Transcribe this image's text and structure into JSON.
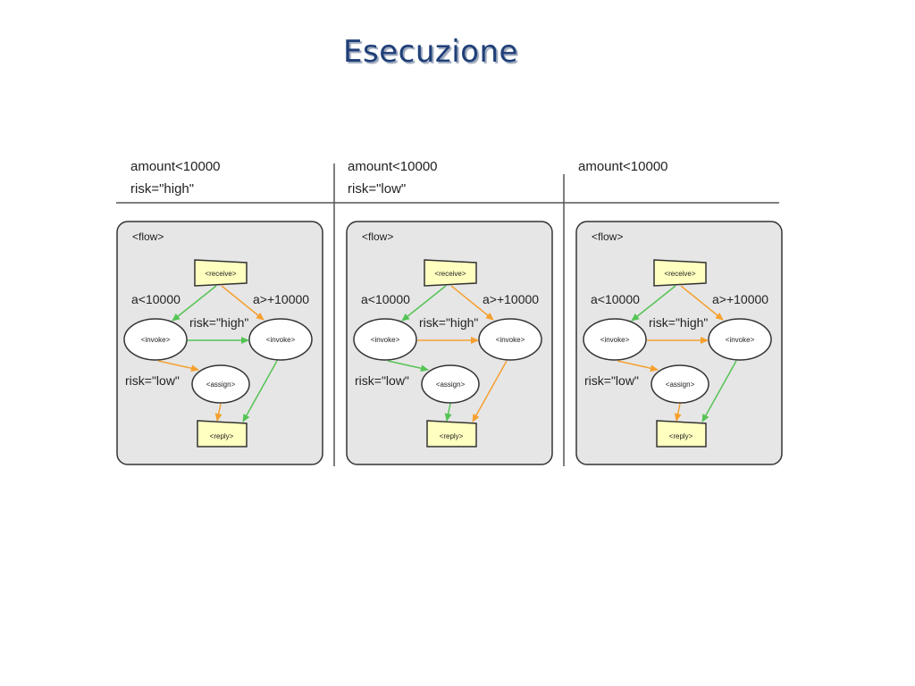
{
  "slide": {
    "title": "Esecuzione"
  },
  "columns": [
    {
      "header": {
        "line1": "amount<10000",
        "line2": "risk=\"high\""
      },
      "diagram": {
        "flow_label": "<flow>",
        "nodes": {
          "receive": "<receive>",
          "invoke_left": "<invoke>",
          "invoke_right": "<invoke>",
          "assign": "<assign>",
          "reply": "<reply>"
        },
        "edge_labels": {
          "left_condition": "a<10000",
          "right_condition": "a>+10000",
          "risk_high": "risk=\"high\"",
          "risk_low": "risk=\"low\""
        },
        "edge_colors": {
          "receive_to_invoke_left": "green",
          "receive_to_invoke_right": "orange",
          "invoke_left_to_invoke_right": "green",
          "invoke_left_to_assign": "orange",
          "assign_to_reply": "orange",
          "invoke_right_to_reply": "green"
        }
      }
    },
    {
      "header": {
        "line1": "amount<10000",
        "line2": "risk=\"low\""
      },
      "diagram": {
        "flow_label": "<flow>",
        "nodes": {
          "receive": "<receive>",
          "invoke_left": "<invoke>",
          "invoke_right": "<invoke>",
          "assign": "<assign>",
          "reply": "<reply>"
        },
        "edge_labels": {
          "left_condition": "a<10000",
          "right_condition": "a>+10000",
          "risk_high": "risk=\"high\"",
          "risk_low": "risk=\"low\""
        },
        "edge_colors": {
          "receive_to_invoke_left": "green",
          "receive_to_invoke_right": "orange",
          "invoke_left_to_invoke_right": "orange",
          "invoke_left_to_assign": "green",
          "assign_to_reply": "green",
          "invoke_right_to_reply": "orange"
        }
      }
    },
    {
      "header": {
        "line1": "amount<10000",
        "line2": ""
      },
      "diagram": {
        "flow_label": "<flow>",
        "nodes": {
          "receive": "<receive>",
          "invoke_left": "<invoke>",
          "invoke_right": "<invoke>",
          "assign": "<assign>",
          "reply": "<reply>"
        },
        "edge_labels": {
          "left_condition": "a<10000",
          "right_condition": "a>+10000",
          "risk_high": "risk=\"high\"",
          "risk_low": "risk=\"low\""
        },
        "edge_colors": {
          "receive_to_invoke_left": "green",
          "receive_to_invoke_right": "orange",
          "invoke_left_to_invoke_right": "orange",
          "invoke_left_to_assign": "orange",
          "assign_to_reply": "orange",
          "invoke_right_to_reply": "green"
        }
      }
    }
  ],
  "colors": {
    "title": "#1f3f78",
    "green": "#55c455",
    "orange": "#f5a030",
    "activity_fill": "#ffffc0",
    "flow_fill": "#e6e6e6"
  }
}
